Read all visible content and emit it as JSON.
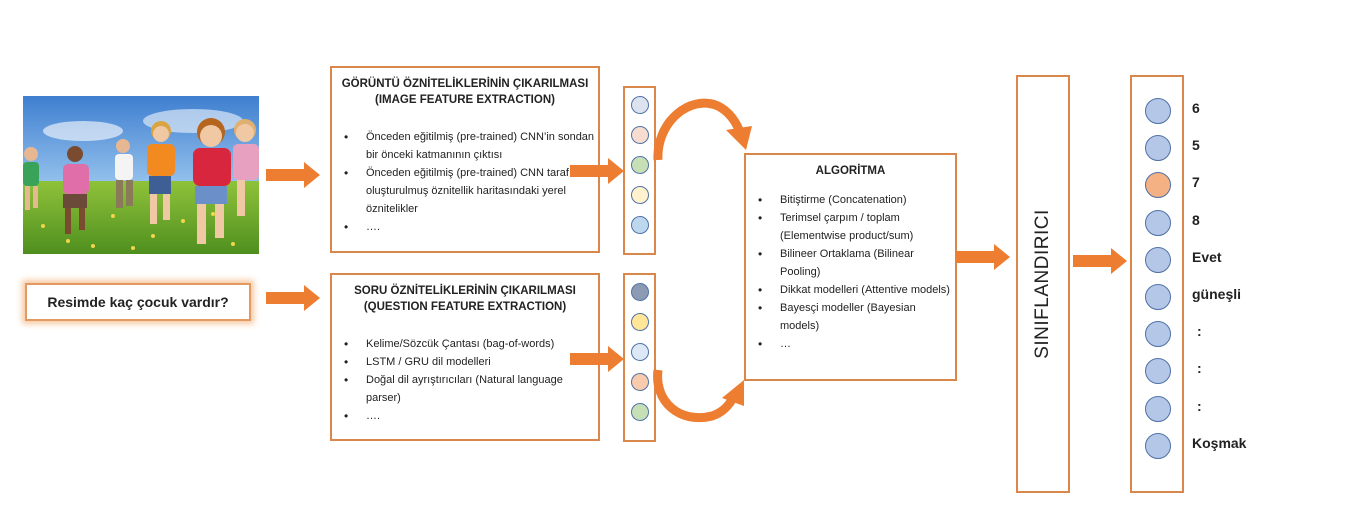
{
  "question": "Resimde kaç çocuk vardır?",
  "image_feature_box": {
    "title_line1": "GÖRÜNTÜ ÖZNİTELİKLERİNİN ÇIKARILMASI",
    "title_line2": "(IMAGE FEATURE EXTRACTION)",
    "items": [
      "Önceden eğitilmiş (pre-trained) CNN’in sondan bir önceki katmanının çıktısı",
      "Önceden eğitilmiş (pre-trained) CNN tarafından oluşturulmuş öznitellik haritasındaki yerel öznitelikler",
      "…."
    ]
  },
  "question_feature_box": {
    "title_line1": "SORU ÖZNİTELİKLERİNİN ÇIKARILMASI",
    "title_line2": "(QUESTION FEATURE EXTRACTION)",
    "items": [
      "Kelime/Sözcük Çantası (bag-of-words)",
      "LSTM / GRU dil modelleri",
      "Doğal dil ayrıştırıcıları (Natural language parser)",
      "…."
    ]
  },
  "algorithm_box": {
    "title": "ALGORİTMA",
    "items": [
      "Bitiştirme (Concatenation)",
      "Terimsel çarpım / toplam (Elementwise product/sum)",
      "Bilineer Ortaklama (Bilinear Pooling)",
      "Dikkat modelleri (Attentive models)",
      "Bayesçi modeller (Bayesian models)",
      "…"
    ]
  },
  "classifier_label": "SINIFLANDIRICI",
  "image_vector_colors": [
    "#dce3ee",
    "#f8dccf",
    "#c6dfb5",
    "#fff2cc",
    "#bdd7ee"
  ],
  "question_vector_colors": [
    "#8c9bb3",
    "#ffe699",
    "#dce8f5",
    "#f8cbad",
    "#c6dfb5"
  ],
  "outputs": [
    {
      "label": "6",
      "color": "#b4c7e7"
    },
    {
      "label": "5",
      "color": "#b4c7e7"
    },
    {
      "label": "7",
      "color": "#f4b183"
    },
    {
      "label": "8",
      "color": "#b4c7e7"
    },
    {
      "label": "Evet",
      "color": "#b4c7e7"
    },
    {
      "label": "güneşli",
      "color": "#b4c7e7"
    },
    {
      "label": ":",
      "color": "#b4c7e7"
    },
    {
      "label": ":",
      "color": "#b4c7e7"
    },
    {
      "label": ":",
      "color": "#b4c7e7"
    },
    {
      "label": "Koşmak",
      "color": "#b4c7e7"
    }
  ],
  "arrow_color": "#ed7d31",
  "border_color": "#d9874a"
}
